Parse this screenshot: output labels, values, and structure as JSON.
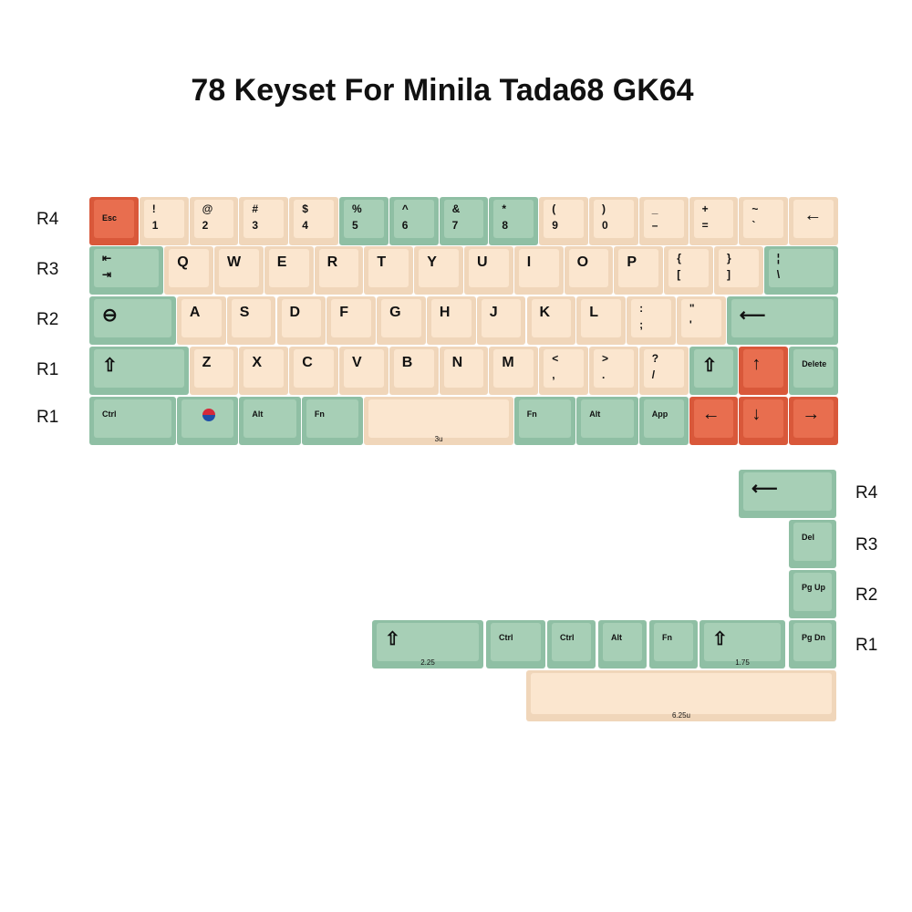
{
  "title": "78 Keyset For Minila Tada68 GK64",
  "row_labels": {
    "main": [
      "R4",
      "R3",
      "R2",
      "R1",
      "R1"
    ],
    "extra": [
      "R4",
      "R3",
      "R2",
      "R1"
    ]
  },
  "colors": {
    "cream": "#fbe6cf",
    "green": "#a7cfb6",
    "orange": "#e86e4f",
    "background": "#ffffff"
  },
  "rows": {
    "r4": [
      {
        "top": "",
        "bottom": "Esc",
        "color": "orange",
        "style": "small"
      },
      {
        "top": "!",
        "bottom": "1"
      },
      {
        "top": "@",
        "bottom": "2"
      },
      {
        "top": "#",
        "bottom": "3"
      },
      {
        "top": "$",
        "bottom": "4"
      },
      {
        "top": "%",
        "bottom": "5",
        "color": "green"
      },
      {
        "top": "^",
        "bottom": "6",
        "color": "green"
      },
      {
        "top": "&",
        "bottom": "7",
        "color": "green"
      },
      {
        "top": "*",
        "bottom": "8",
        "color": "green"
      },
      {
        "top": "(",
        "bottom": "9"
      },
      {
        "top": ")",
        "bottom": "0"
      },
      {
        "top": "_",
        "bottom": "–"
      },
      {
        "top": "+",
        "bottom": "="
      },
      {
        "top": "~",
        "bottom": "`"
      },
      {
        "top": "",
        "bottom": "←",
        "style": "arrow",
        "icon": "backspace-arrow-icon"
      }
    ],
    "r3": [
      {
        "top": "⇤",
        "bottom": "⇥",
        "color": "green",
        "icon": "tab-icon"
      },
      {
        "top": "Q"
      },
      {
        "top": "W"
      },
      {
        "top": "E"
      },
      {
        "top": "R"
      },
      {
        "top": "T"
      },
      {
        "top": "Y"
      },
      {
        "top": "U"
      },
      {
        "top": "I"
      },
      {
        "top": "O"
      },
      {
        "top": "P"
      },
      {
        "top": "{",
        "bottom": "["
      },
      {
        "top": "}",
        "bottom": "]"
      },
      {
        "top": "¦",
        "bottom": "\\",
        "color": "green"
      }
    ],
    "r2": [
      {
        "top": "⊖",
        "color": "green",
        "icon": "caps-lock-icon"
      },
      {
        "top": "A"
      },
      {
        "top": "S"
      },
      {
        "top": "D"
      },
      {
        "top": "F"
      },
      {
        "top": "G"
      },
      {
        "top": "H"
      },
      {
        "top": "J"
      },
      {
        "top": "K"
      },
      {
        "top": "L"
      },
      {
        "top": ":",
        "bottom": ";"
      },
      {
        "top": "\"",
        "bottom": "'"
      },
      {
        "top": "⟵",
        "color": "green",
        "icon": "enter-arrow-icon"
      }
    ],
    "r1": [
      {
        "top": "⇧",
        "color": "green",
        "icon": "shift-icon"
      },
      {
        "top": "Z"
      },
      {
        "top": "X"
      },
      {
        "top": "C"
      },
      {
        "top": "V"
      },
      {
        "top": "B"
      },
      {
        "top": "N"
      },
      {
        "top": "M"
      },
      {
        "top": "<",
        "bottom": ","
      },
      {
        "top": ">",
        "bottom": "."
      },
      {
        "top": "?",
        "bottom": "/"
      },
      {
        "top": "⇧",
        "color": "green",
        "icon": "shift-icon"
      },
      {
        "top": "↑",
        "color": "orange",
        "icon": "arrow-up-icon"
      },
      {
        "top": "Delete",
        "color": "green",
        "style": "small"
      }
    ],
    "r0": [
      {
        "top": "Ctrl",
        "color": "green",
        "style": "small"
      },
      {
        "top": "",
        "color": "green",
        "icon": "taegeuk-logo-icon"
      },
      {
        "top": "Alt",
        "color": "green",
        "style": "small"
      },
      {
        "top": "Fn",
        "color": "green",
        "style": "small"
      },
      {
        "top": "",
        "sub": "3u"
      },
      {
        "top": "Fn",
        "color": "green",
        "style": "small"
      },
      {
        "top": "Alt",
        "color": "green",
        "style": "small"
      },
      {
        "top": "App",
        "color": "green",
        "style": "small"
      },
      {
        "top": "←",
        "color": "orange",
        "icon": "arrow-left-icon"
      },
      {
        "top": "↓",
        "color": "orange",
        "icon": "arrow-down-icon"
      },
      {
        "top": "→",
        "color": "orange",
        "icon": "arrow-right-icon"
      }
    ]
  },
  "extras": [
    {
      "top": "⟵",
      "color": "green",
      "icon": "backspace-arrow-icon"
    },
    {
      "top": "Del",
      "color": "green",
      "style": "small"
    },
    {
      "top": "Pg Up",
      "color": "green",
      "style": "small"
    },
    {
      "top": "⇧",
      "color": "green",
      "icon": "shift-icon",
      "sub": "2.25"
    },
    {
      "top": "Ctrl",
      "color": "green",
      "style": "small"
    },
    {
      "top": "Ctrl",
      "color": "green",
      "style": "small"
    },
    {
      "top": "Alt",
      "color": "green",
      "style": "small"
    },
    {
      "top": "Fn",
      "color": "green",
      "style": "small"
    },
    {
      "top": "⇧",
      "color": "green",
      "icon": "shift-icon",
      "sub": "1.75"
    },
    {
      "top": "Pg Dn",
      "color": "green",
      "style": "small"
    },
    {
      "top": "",
      "sub": "6.25u"
    }
  ]
}
